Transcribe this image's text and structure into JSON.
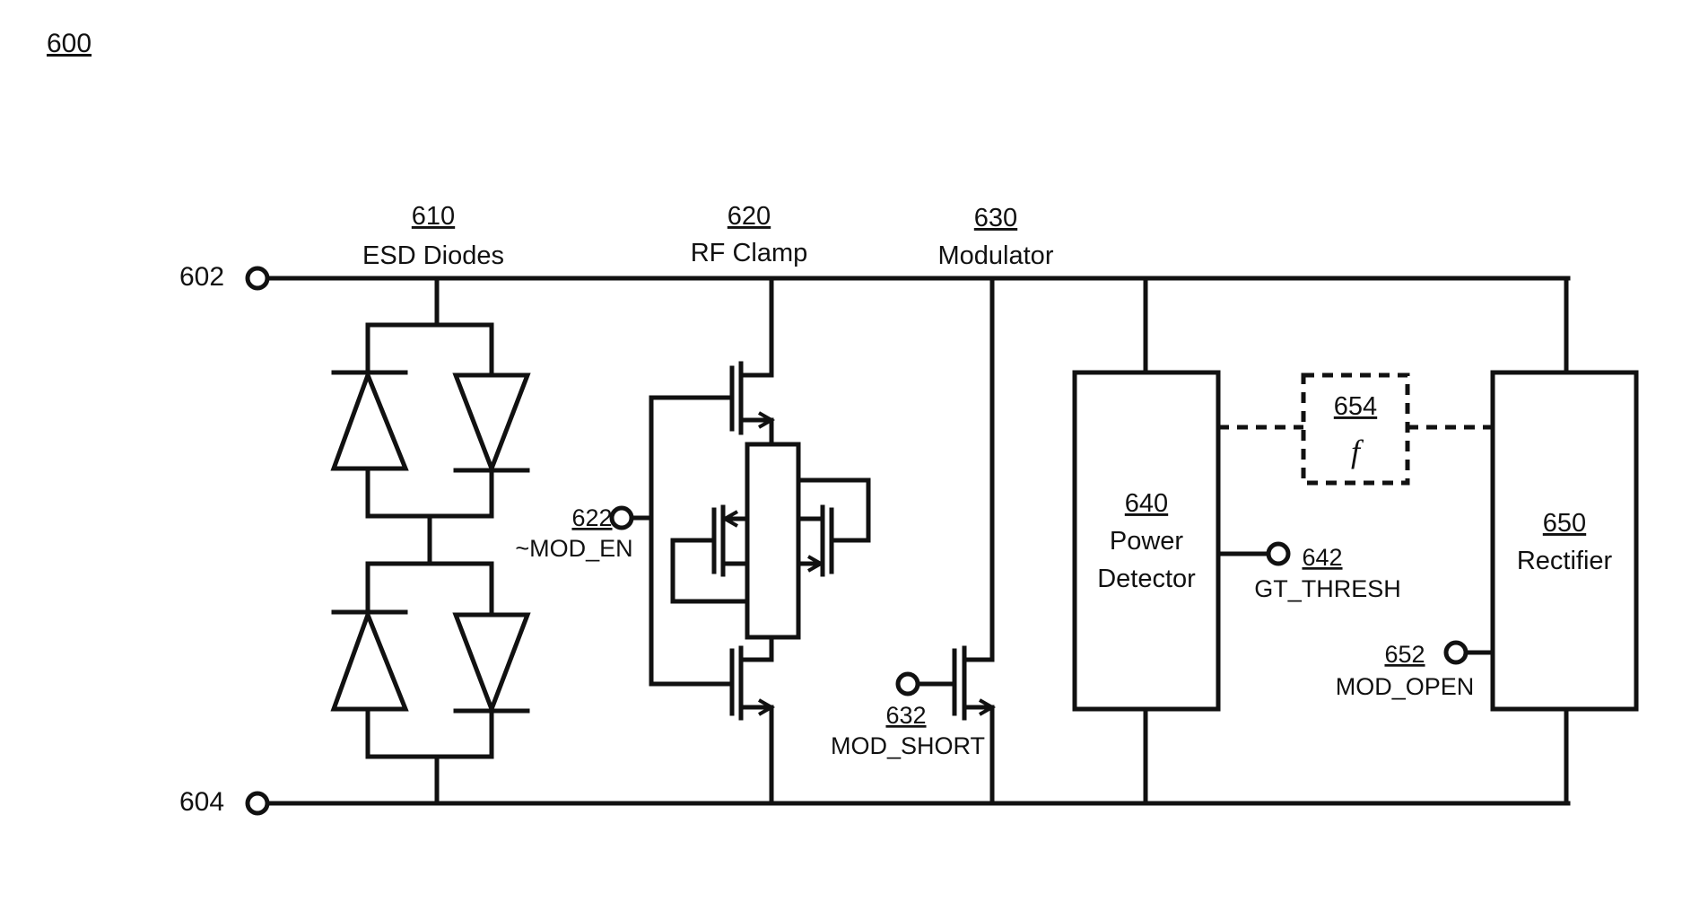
{
  "figure": {
    "number": "600"
  },
  "terminals": {
    "t602": {
      "ref": "602"
    },
    "t604": {
      "ref": "604"
    },
    "t622": {
      "ref": "622",
      "signal": "~MOD_EN"
    },
    "t632": {
      "ref": "632",
      "signal": "MOD_SHORT"
    },
    "t642": {
      "ref": "642",
      "signal": "GT_THRESH"
    },
    "t652": {
      "ref": "652",
      "signal": "MOD_OPEN"
    }
  },
  "blocks": {
    "esd": {
      "ref": "610",
      "label": "ESD Diodes"
    },
    "clamp": {
      "ref": "620",
      "label": "RF Clamp"
    },
    "modulator": {
      "ref": "630",
      "label": "Modulator"
    },
    "detector": {
      "ref": "640",
      "line1": "Power",
      "line2": "Detector"
    },
    "rectifier": {
      "ref": "650",
      "label": "Rectifier"
    },
    "func": {
      "ref": "654",
      "symbol": "f"
    }
  }
}
